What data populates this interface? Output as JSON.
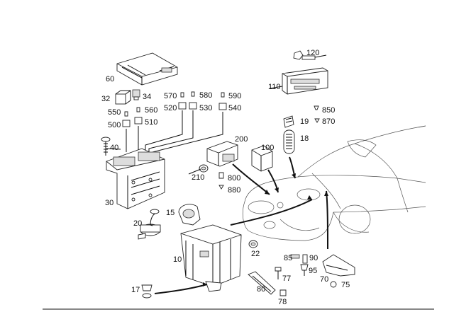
{
  "callouts": [
    {
      "id": "c120",
      "text": "120"
    },
    {
      "id": "c110",
      "text": "110"
    },
    {
      "id": "c850",
      "text": "850"
    },
    {
      "id": "c19",
      "text": "19"
    },
    {
      "id": "c870",
      "text": "870"
    },
    {
      "id": "c18",
      "text": "18"
    },
    {
      "id": "c60",
      "text": "60"
    },
    {
      "id": "c32",
      "text": "32"
    },
    {
      "id": "c34",
      "text": "34"
    },
    {
      "id": "c570",
      "text": "570"
    },
    {
      "id": "c580",
      "text": "580"
    },
    {
      "id": "c590",
      "text": "590"
    },
    {
      "id": "c520",
      "text": "520"
    },
    {
      "id": "c530",
      "text": "530"
    },
    {
      "id": "c540",
      "text": "540"
    },
    {
      "id": "c550",
      "text": "550"
    },
    {
      "id": "c560",
      "text": "560"
    },
    {
      "id": "c500",
      "text": "500"
    },
    {
      "id": "c510",
      "text": "510"
    },
    {
      "id": "c200",
      "text": "200"
    },
    {
      "id": "c100",
      "text": "100"
    },
    {
      "id": "c40",
      "text": "40"
    },
    {
      "id": "c210",
      "text": "210"
    },
    {
      "id": "c800",
      "text": "800"
    },
    {
      "id": "c880",
      "text": "880"
    },
    {
      "id": "c30",
      "text": "30"
    },
    {
      "id": "c15",
      "text": "15"
    },
    {
      "id": "c20",
      "text": "20"
    },
    {
      "id": "c10",
      "text": "10"
    },
    {
      "id": "c22",
      "text": "22"
    },
    {
      "id": "c85",
      "text": "85"
    },
    {
      "id": "c90",
      "text": "90"
    },
    {
      "id": "c95",
      "text": "95"
    },
    {
      "id": "c77",
      "text": "77"
    },
    {
      "id": "c70",
      "text": "70"
    },
    {
      "id": "c75",
      "text": "75"
    },
    {
      "id": "c17",
      "text": "17"
    },
    {
      "id": "c80",
      "text": "80"
    },
    {
      "id": "c78",
      "text": "78"
    }
  ]
}
